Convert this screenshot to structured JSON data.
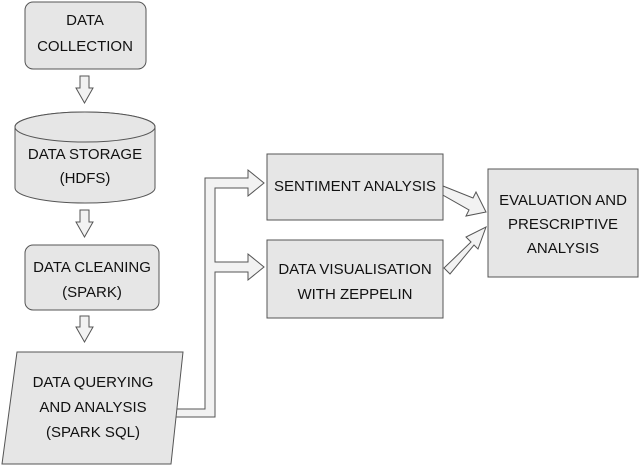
{
  "colors": {
    "fill": "#e6e6e6",
    "stroke": "#555555",
    "arrow_fill": "#f2f2f2"
  },
  "nodes": {
    "collection": {
      "shape": "rounded-rect",
      "lines": [
        "DATA",
        "COLLECTION"
      ]
    },
    "storage": {
      "shape": "cylinder",
      "lines": [
        "DATA STORAGE",
        "(HDFS)"
      ]
    },
    "cleaning": {
      "shape": "rounded-rect",
      "lines": [
        "DATA CLEANING",
        "(SPARK)"
      ]
    },
    "querying": {
      "shape": "parallelogram",
      "lines": [
        "DATA QUERYING",
        "AND ANALYSIS",
        "(SPARK SQL)"
      ]
    },
    "sentiment": {
      "shape": "rect",
      "lines": [
        "SENTIMENT ANALYSIS"
      ]
    },
    "visualisation": {
      "shape": "rect",
      "lines": [
        "DATA VISUALISATION",
        "WITH ZEPPELIN"
      ]
    },
    "evaluation": {
      "shape": "rect",
      "lines": [
        "EVALUATION AND",
        "PRESCRIPTIVE",
        "ANALYSIS"
      ]
    }
  },
  "edges": [
    {
      "from": "collection",
      "to": "storage"
    },
    {
      "from": "storage",
      "to": "cleaning"
    },
    {
      "from": "cleaning",
      "to": "querying"
    },
    {
      "from": "querying",
      "to": "sentiment"
    },
    {
      "from": "querying",
      "to": "visualisation"
    },
    {
      "from": "sentiment",
      "to": "evaluation"
    },
    {
      "from": "visualisation",
      "to": "evaluation"
    }
  ]
}
